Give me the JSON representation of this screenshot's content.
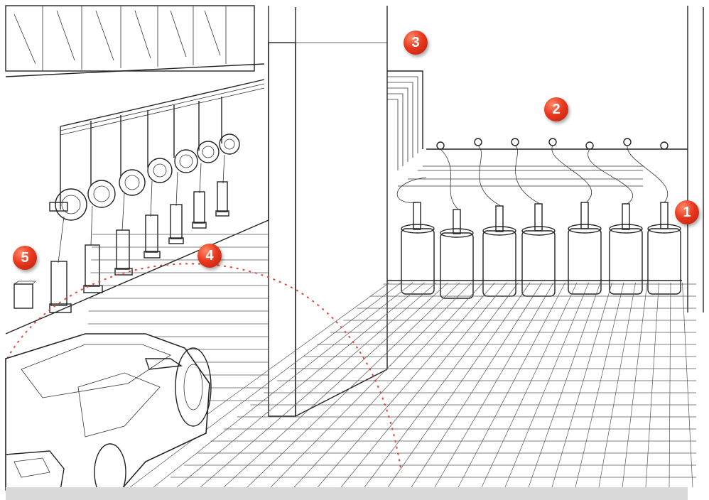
{
  "markers": [
    {
      "id": "1",
      "label": "1"
    },
    {
      "id": "2",
      "label": "2"
    },
    {
      "id": "3",
      "label": "3"
    },
    {
      "id": "4",
      "label": "4"
    },
    {
      "id": "5",
      "label": "5"
    }
  ],
  "colors": {
    "marker": "#e8391f",
    "dotted_arc": "#e0473a",
    "line_art": "#222222",
    "footer_bar": "#d9d9d9"
  },
  "scene": {
    "hose_reel_count": 7,
    "drum_count": 7
  }
}
